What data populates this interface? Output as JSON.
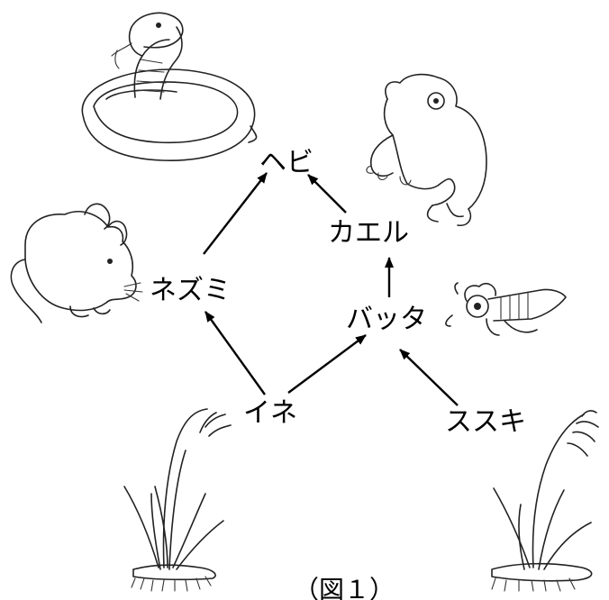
{
  "nodes": {
    "snake": "ヘビ",
    "frog": "カエル",
    "mouse": "ネズミ",
    "grasshopper": "バッタ",
    "rice": "イネ",
    "susuki": "ススキ"
  },
  "caption": "（図１）",
  "edges": [
    {
      "from": "mouse",
      "to": "snake"
    },
    {
      "from": "frog",
      "to": "snake"
    },
    {
      "from": "grasshopper",
      "to": "frog"
    },
    {
      "from": "rice",
      "to": "mouse"
    },
    {
      "from": "rice",
      "to": "grasshopper"
    },
    {
      "from": "susuki",
      "to": "grasshopper"
    }
  ],
  "illustrations": [
    "snake-illustration",
    "frog-illustration",
    "mouse-illustration",
    "grasshopper-illustration",
    "rice-plant-illustration",
    "susuki-plant-illustration"
  ]
}
